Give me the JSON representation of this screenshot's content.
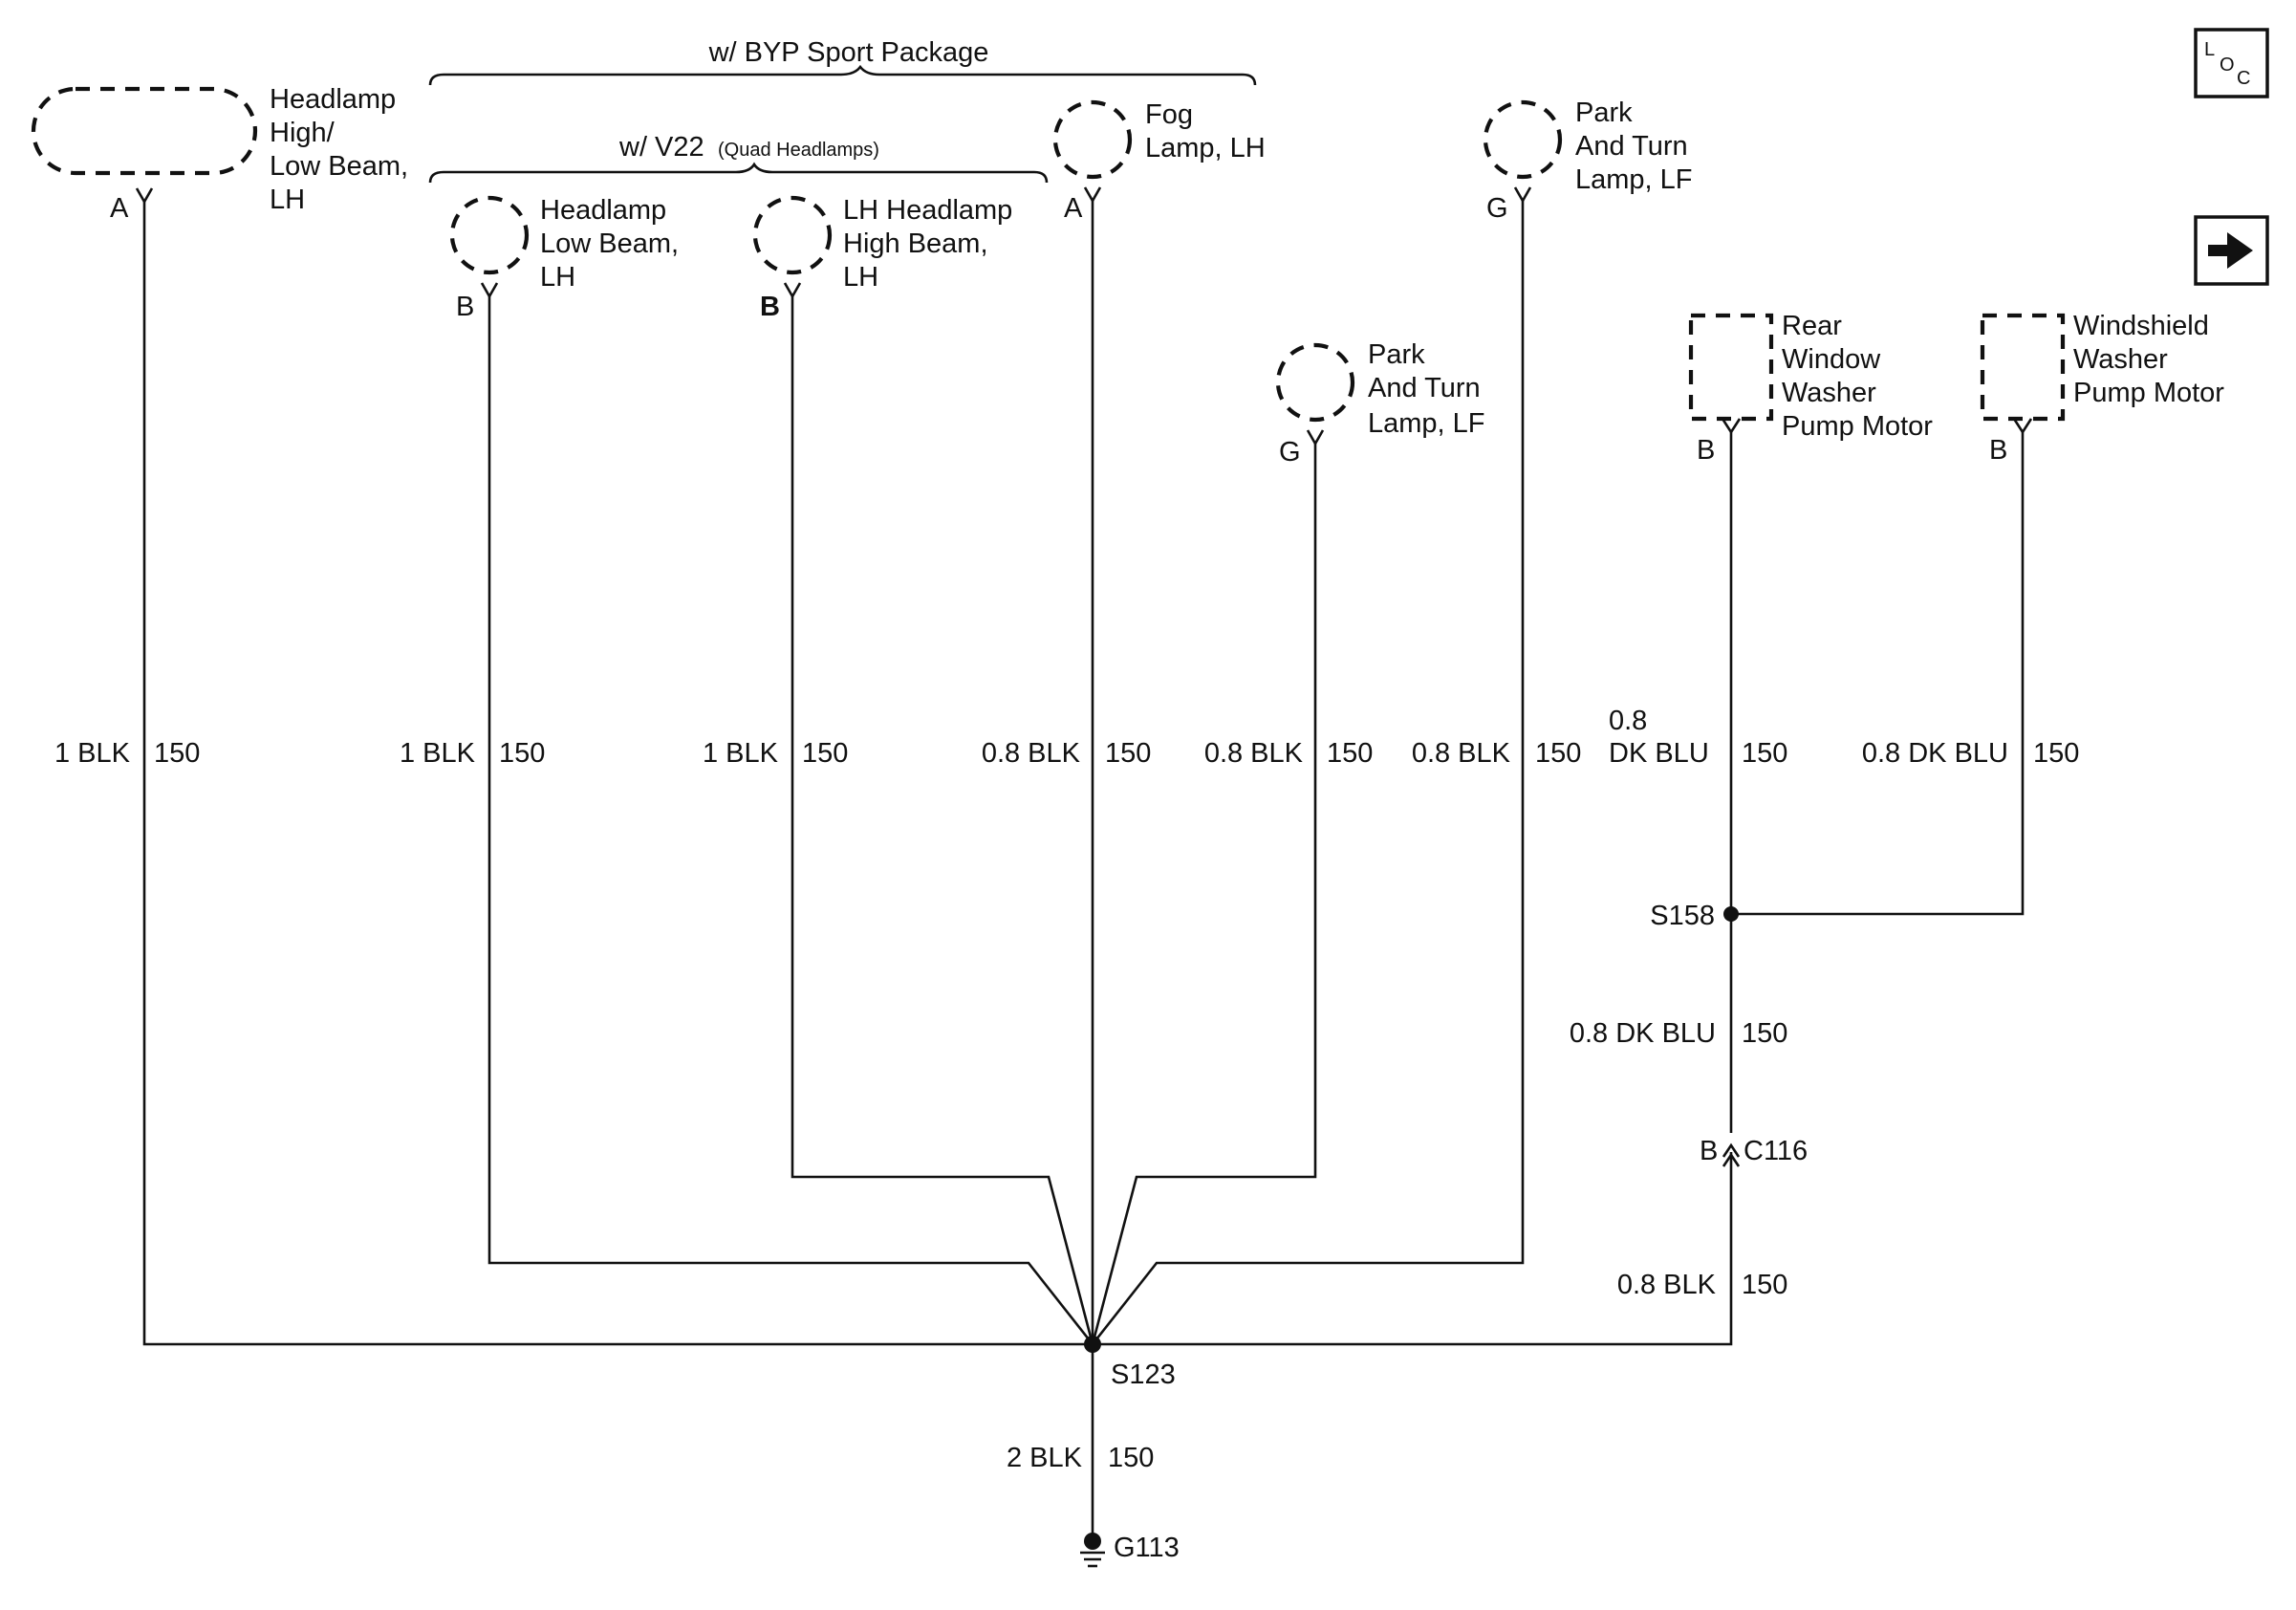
{
  "nav": {
    "loc_icon": "loc-icon",
    "loc_l": "L",
    "loc_o": "O",
    "loc_c": "C",
    "next_icon": "arrow-right-icon"
  },
  "groups": {
    "byp": "w/ BYP Sport Package",
    "v22": "w/ V22",
    "v22_note": "(Quad Headlamps)"
  },
  "components": {
    "hilo": [
      "Headlamp",
      "High/",
      "Low Beam,",
      "LH"
    ],
    "low": [
      "Headlamp",
      "Low Beam,",
      "LH"
    ],
    "high": [
      "LH Headlamp",
      "High Beam,",
      "LH"
    ],
    "fog": [
      "Fog",
      "Lamp, LH"
    ],
    "park1": [
      "Park",
      "And Turn",
      "Lamp, LF"
    ],
    "park2": [
      "Park",
      "And Turn",
      "Lamp, LF"
    ],
    "rear": [
      "Rear",
      "Window",
      "Washer",
      "Pump Motor"
    ],
    "ws": [
      "Windshield",
      "Washer",
      "Pump Motor"
    ]
  },
  "pins": {
    "hilo": "A",
    "low": "B",
    "high": "B",
    "fog": "A",
    "park2": "G",
    "park1": "G",
    "rear": "B",
    "ws": "B"
  },
  "wires": {
    "hilo": {
      "size": "1 BLK",
      "circuit": "150"
    },
    "low": {
      "size": "1 BLK",
      "circuit": "150"
    },
    "high": {
      "size": "1 BLK",
      "circuit": "150"
    },
    "fog": {
      "size": "0.8 BLK",
      "circuit": "150"
    },
    "park1": {
      "size": "0.8 BLK",
      "circuit": "150"
    },
    "park2": {
      "size": "0.8 BLK",
      "circuit": "150"
    },
    "rear_a": "0.8",
    "rear_b": "DK BLU",
    "rear_circuit": "150",
    "ws": {
      "size": "0.8 DK BLU",
      "circuit": "150"
    },
    "s158_down": {
      "size": "0.8 DK BLU",
      "circuit": "150"
    },
    "c116_down": {
      "size": "0.8 BLK",
      "circuit": "150"
    },
    "ground": {
      "size": "2 BLK",
      "circuit": "150"
    }
  },
  "nodes": {
    "s158": "S158",
    "s123": "S123",
    "c116_pin": "B",
    "c116": "C116",
    "g113": "G113"
  }
}
